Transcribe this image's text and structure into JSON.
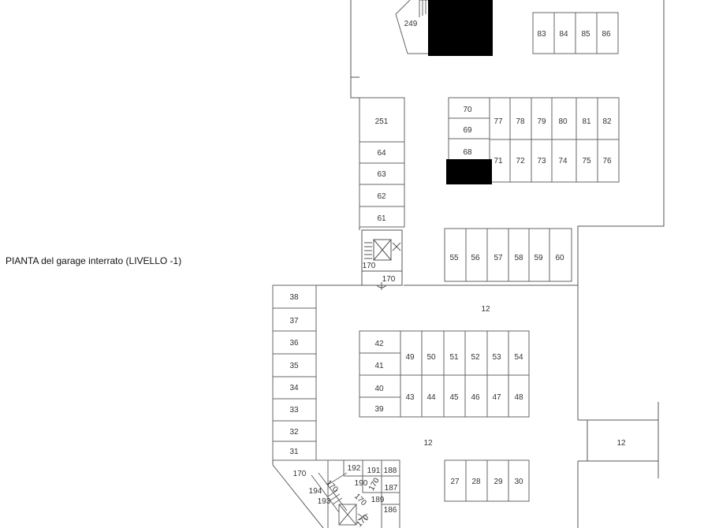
{
  "caption": "PIANTA del garage interrato (LIVELLO -1)",
  "colors": {
    "wall": "#555555",
    "line": "#666666",
    "text": "#333333",
    "fill": "#000000"
  },
  "spaces": {
    "s249": "249",
    "s83": "83",
    "s84": "84",
    "s85": "85",
    "s86": "86",
    "s70": "70",
    "s69": "69",
    "s68": "68",
    "s77": "77",
    "s78": "78",
    "s79": "79",
    "s80": "80",
    "s81": "81",
    "s82": "82",
    "s71": "71",
    "s72": "72",
    "s73": "73",
    "s74": "74",
    "s75": "75",
    "s76": "76",
    "s251": "251",
    "s64": "64",
    "s63": "63",
    "s62": "62",
    "s61": "61",
    "s55": "55",
    "s56": "56",
    "s57": "57",
    "s58": "58",
    "s59": "59",
    "s60": "60",
    "s38": "38",
    "s37": "37",
    "s36": "36",
    "s35": "35",
    "s34": "34",
    "s33": "33",
    "s32": "32",
    "s31": "31",
    "s42": "42",
    "s41": "41",
    "s40": "40",
    "s39": "39",
    "s49": "49",
    "s50": "50",
    "s51": "51",
    "s52": "52",
    "s53": "53",
    "s54": "54",
    "s43": "43",
    "s44": "44",
    "s45": "45",
    "s46": "46",
    "s47": "47",
    "s48": "48",
    "s27": "27",
    "s28": "28",
    "s29": "29",
    "s30": "30",
    "s192": "192",
    "s191": "191",
    "s188": "188",
    "s190": "190",
    "s187": "187",
    "s189": "189",
    "s186": "186",
    "s194": "194",
    "s193": "193"
  },
  "areas": {
    "a12_top": "12",
    "a12_mid": "12",
    "a12_right": "12",
    "a170_stair": "170",
    "a170_corr": "170",
    "a170_bottom": "170",
    "a170_b1": "170",
    "a170_b2": "170",
    "a170_b3": "170",
    "a170_b4": "170"
  }
}
